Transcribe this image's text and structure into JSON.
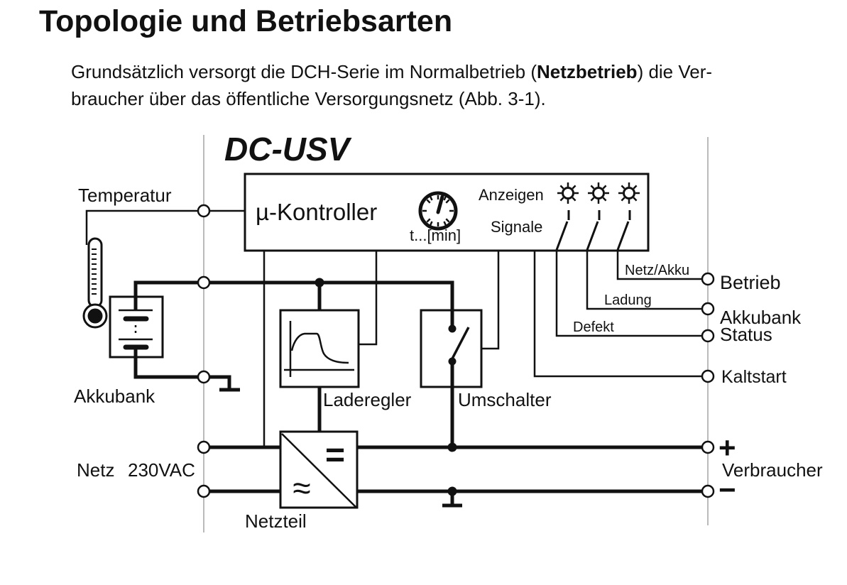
{
  "page": {
    "title": "Topologie und Betriebsarten",
    "paragraph": {
      "line1_pre": "Grundsätzlich versorgt die DCH-Serie im Normalbetrieb (",
      "line1_bold": "Netzbetrieb",
      "line1_post": ") die Ver-",
      "line2": "braucher über das öffentliche Versorgungsnetz (Abb. 3-1)."
    }
  },
  "diagram": {
    "system_label": "DC-USV",
    "controller": {
      "label": "µ-Kontroller",
      "timer_label": "t...[min]",
      "indicators_label": "Anzeigen",
      "signals_label": "Signale"
    },
    "temperature_label": "Temperatur",
    "battery_label": "Akkubank",
    "charger_label": "Laderegler",
    "transfer_switch_label": "Umschalter",
    "psu_label": "Netzteil",
    "mains": {
      "word1": "Netz",
      "word2": "230VAC"
    },
    "signal_labels": {
      "netz_akku": "Netz/Akku",
      "ladung": "Ladung",
      "defekt": "Defekt"
    },
    "terminals": {
      "betrieb": "Betrieb",
      "akkubank": "Akkubank",
      "status": "Status",
      "kaltstart": "Kaltstart",
      "plus": "+",
      "minus": "−",
      "verbraucher": "Verbraucher"
    },
    "psu_symbols": {
      "dc": "=",
      "ac": "≈"
    },
    "icons": {
      "timer": "clock-face",
      "indicator": "lamp-sun-symbol",
      "signal": "open-switch-contact",
      "temperature": "thermometer",
      "battery": "battery-cells",
      "charger": "charge-curve",
      "transfer": "open-switch",
      "psu": "ac-dc-converter",
      "ground": "earth-bar",
      "terminal": "open-circle",
      "junction": "filled-dot"
    },
    "colors": {
      "ink": "#111111",
      "boundary": "#a8a8a8",
      "background": "#ffffff"
    }
  }
}
